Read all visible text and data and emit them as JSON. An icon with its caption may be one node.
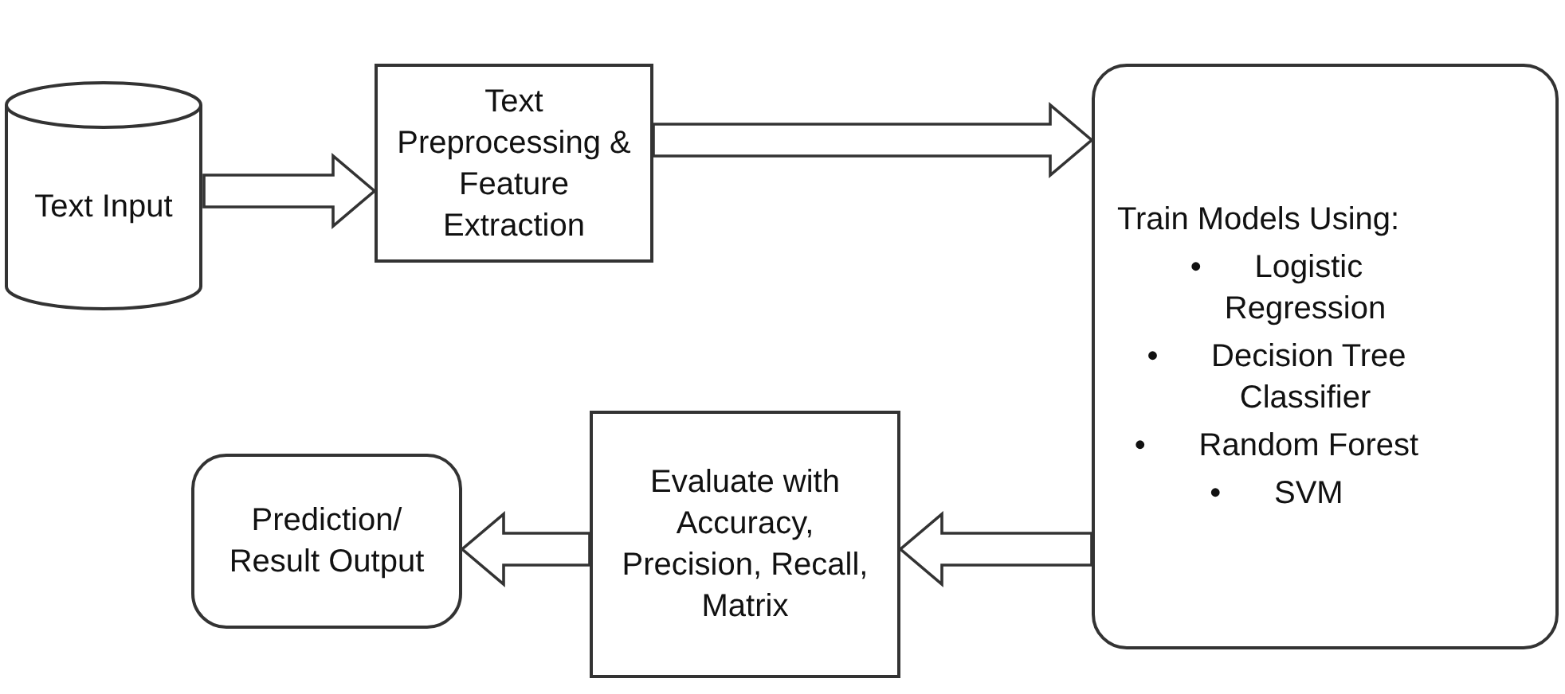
{
  "diagram": {
    "nodes": [
      {
        "text": [
          "Text Input"
        ]
      },
      {
        "text": [
          "Text Preprocessing & Feature Extraction"
        ]
      },
      {
        "text": [
          "Train Models Using:",
          "• Logistic Regression",
          "• Decision Tree Classifier",
          "• Random Forest",
          "• SVM"
        ]
      },
      {
        "text": [
          "Evaluate with Accuracy, Precision, Recall, Matrix"
        ]
      },
      {
        "text": [
          "Prediction/ Result Output"
        ]
      }
    ],
    "edges": [
      {
        "from": 0,
        "to": 1,
        "arrow": "to"
      },
      {
        "from": 1,
        "to": 2,
        "arrow": "to"
      },
      {
        "from": 2,
        "to": 3,
        "arrow": "to"
      },
      {
        "from": 3,
        "to": 4,
        "arrow": "to"
      }
    ]
  }
}
